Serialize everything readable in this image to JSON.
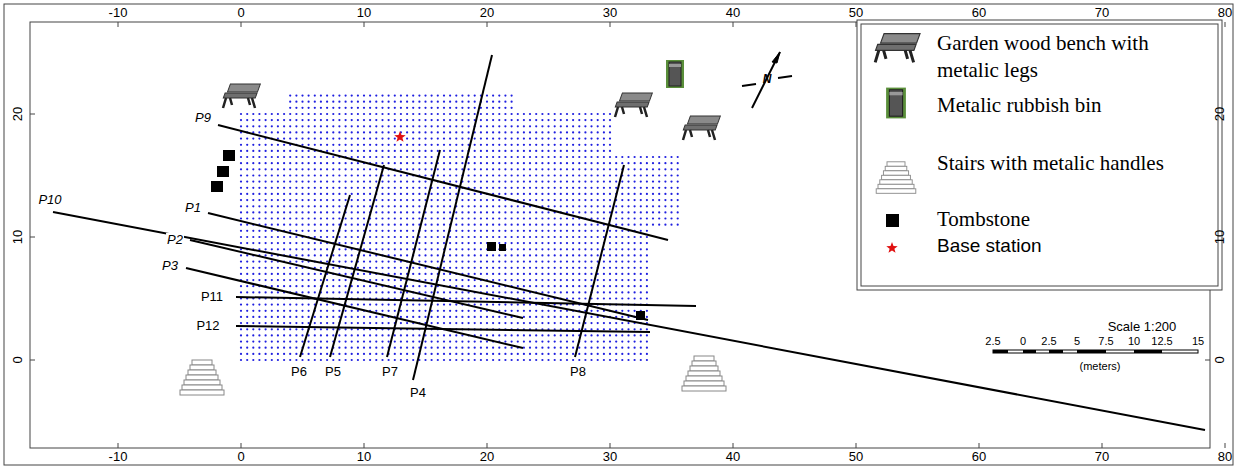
{
  "diagram": {
    "labels": [
      "-10",
      "0",
      "10",
      "20",
      "30",
      "40",
      "50",
      "60",
      "70",
      "80",
      "-10",
      "0",
      "10",
      "20",
      "30",
      "40",
      "50",
      "60",
      "70",
      "80",
      "20",
      "10",
      "0",
      "20",
      "10",
      "0",
      "P9",
      "P10",
      "P1",
      "P2",
      "P3",
      "P11",
      "P12",
      "P6",
      "P5",
      "P7",
      "P4",
      "P8",
      "N",
      "Scale 1:200",
      "2.5",
      "0",
      "2.5",
      "5",
      "7.5",
      "10",
      "12.5",
      "15",
      "(meters)"
    ],
    "legend": [
      {
        "text": "Garden wood bench with metalic legs"
      },
      {
        "text": "Metalic rubbish bin"
      },
      {
        "text": "Stairs with metalic handles"
      },
      {
        "text": "Tombstone",
        "color": "#000000"
      },
      {
        "text": "Base station"
      }
    ]
  }
}
